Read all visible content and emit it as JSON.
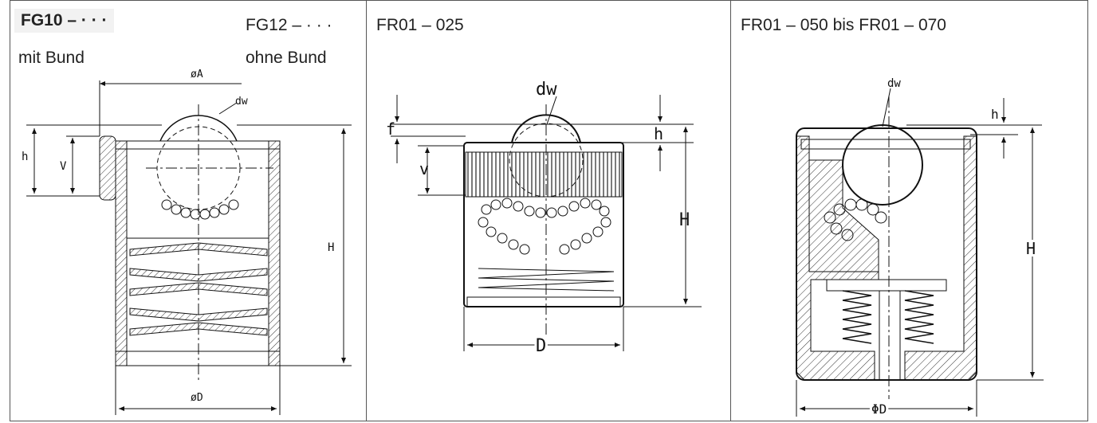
{
  "panel1": {
    "title_left": "FG10 – · · ·",
    "subtitle_left": "mit Bund",
    "title_right": "FG12 – · · ·",
    "subtitle_right": "ohne Bund",
    "dims": {
      "A": "øA",
      "dw": "dw",
      "h": "h",
      "V": "V",
      "H": "H",
      "D": "øD"
    }
  },
  "panel2": {
    "title": "FR01 – 025",
    "dims": {
      "dw": "dw",
      "f": "f",
      "h": "h",
      "v": "v",
      "H": "H",
      "D": "D"
    }
  },
  "panel3": {
    "title": "FR01 – 050 bis FR01 – 070",
    "dims": {
      "dw": "dw",
      "h": "h",
      "H": "H",
      "D": "ΦD"
    }
  }
}
